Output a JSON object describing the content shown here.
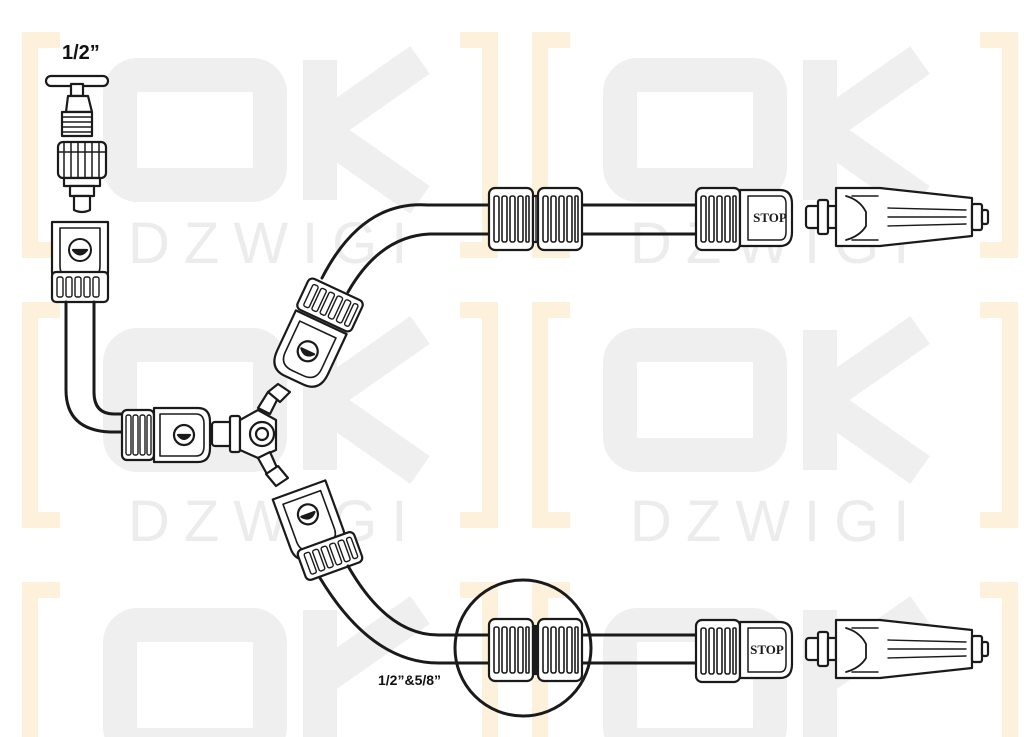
{
  "labels": {
    "faucet_size": "1/2”",
    "hose_size": "1/2”&5/8”",
    "stop_text": "STOP"
  },
  "watermark": {
    "logo_text": "OK",
    "sub_text": "DZWIGI"
  },
  "colors": {
    "line": "#1a1a1a",
    "fill": "#ffffff",
    "watermark_frame": "#fdf3e0",
    "watermark_text": "#ececec"
  }
}
